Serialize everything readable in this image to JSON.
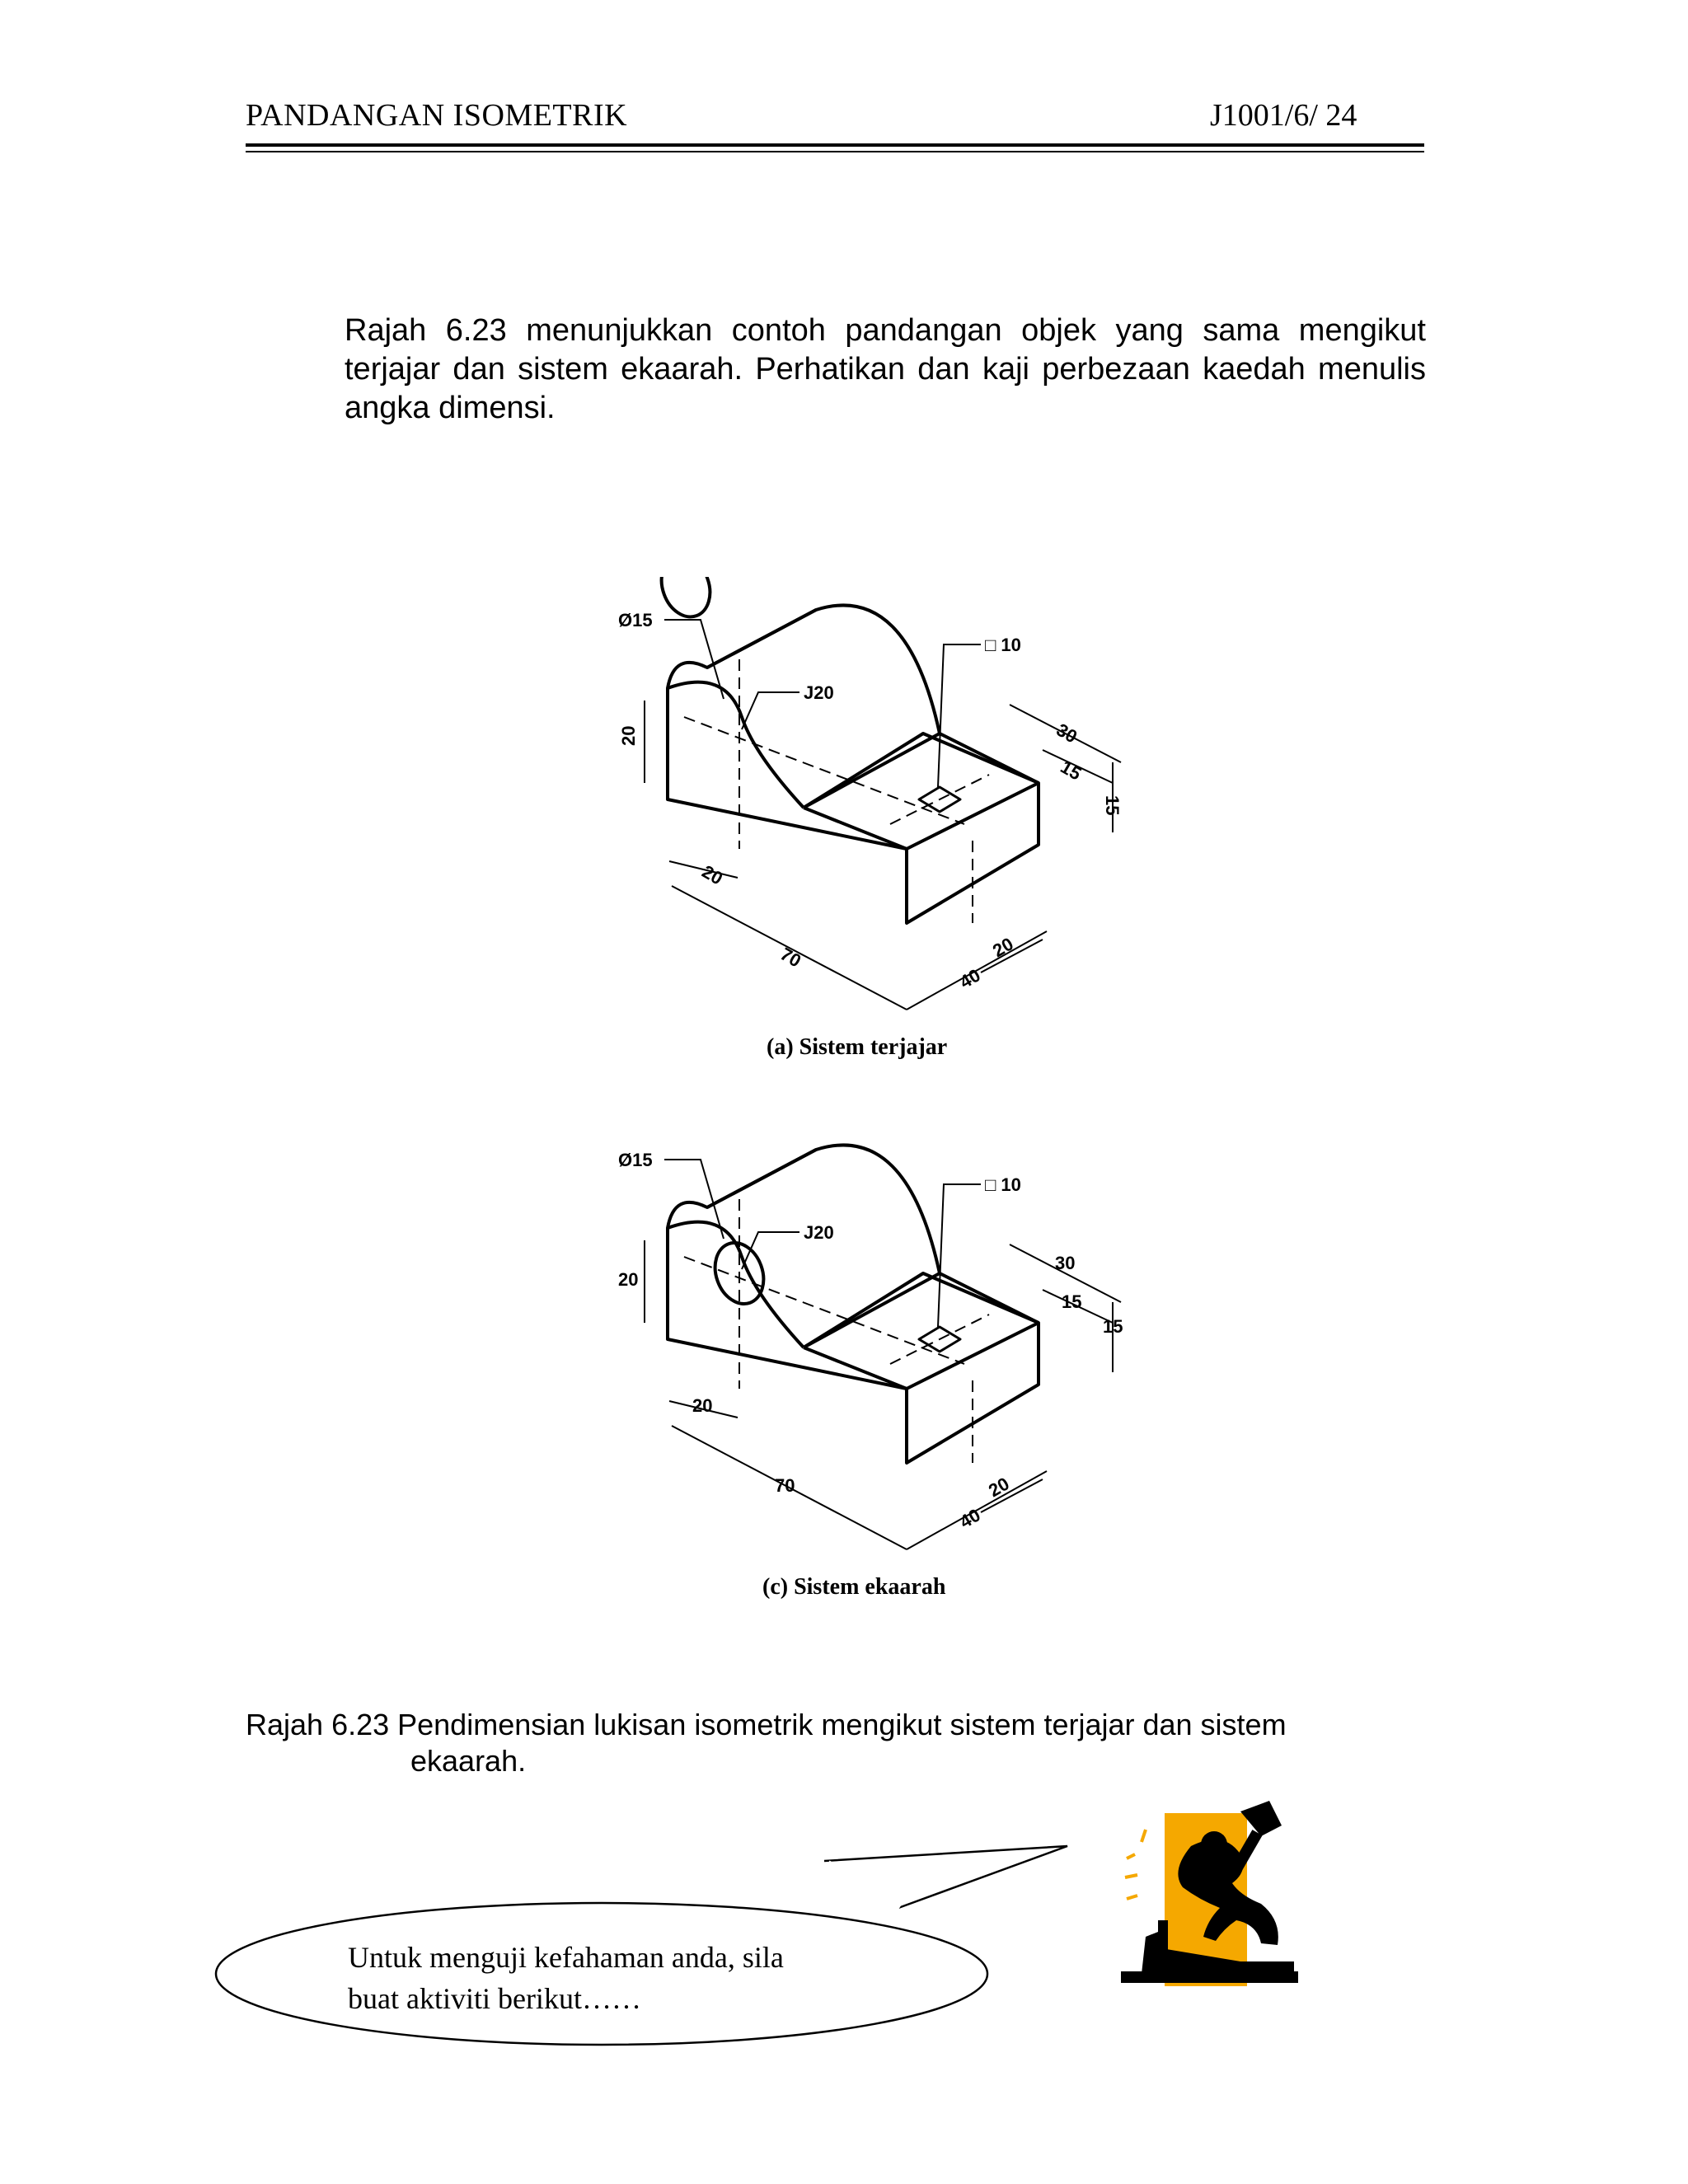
{
  "header": {
    "title": "PANDANGAN ISOMETRIK",
    "code": "J1001/6/ 24"
  },
  "intro_text": "Rajah 6.23 menunjukkan contoh pandangan objek yang sama mengikut terjajar dan sistem ekaarah. Perhatikan dan kaji perbezaan kaedah menulis angka dimensi.",
  "figures": [
    {
      "caption": "(a) Sistem terjajar",
      "dims": {
        "dia": "Ø15",
        "radius": "J20",
        "square": "□ 10",
        "height_left": "20",
        "width_left": "20",
        "length": "70",
        "depth_top": "30",
        "depth_half": "15",
        "height_right": "15",
        "width_front": "20",
        "depth_bottom": "40"
      }
    },
    {
      "caption": "(c) Sistem ekaarah",
      "dims": {
        "dia": "Ø15",
        "radius": "J20",
        "square": "□ 10",
        "height_left": "20",
        "width_left": "20",
        "length": "70",
        "depth_top": "30",
        "depth_half": "15",
        "height_right": "15",
        "width_front": "20",
        "depth_bottom": "40"
      }
    }
  ],
  "figure_caption_line1": "Rajah 6.23 Pendimensian lukisan isometrik mengikut sistem terjajar dan sistem",
  "figure_caption_line2": "ekaarah.",
  "speech_bubble": {
    "line1": "Untuk menguji kefahaman anda, sila",
    "line2": "buat aktiviti berikut……"
  },
  "colors": {
    "clipart_accent": "#F5A800",
    "ink": "#000000"
  }
}
